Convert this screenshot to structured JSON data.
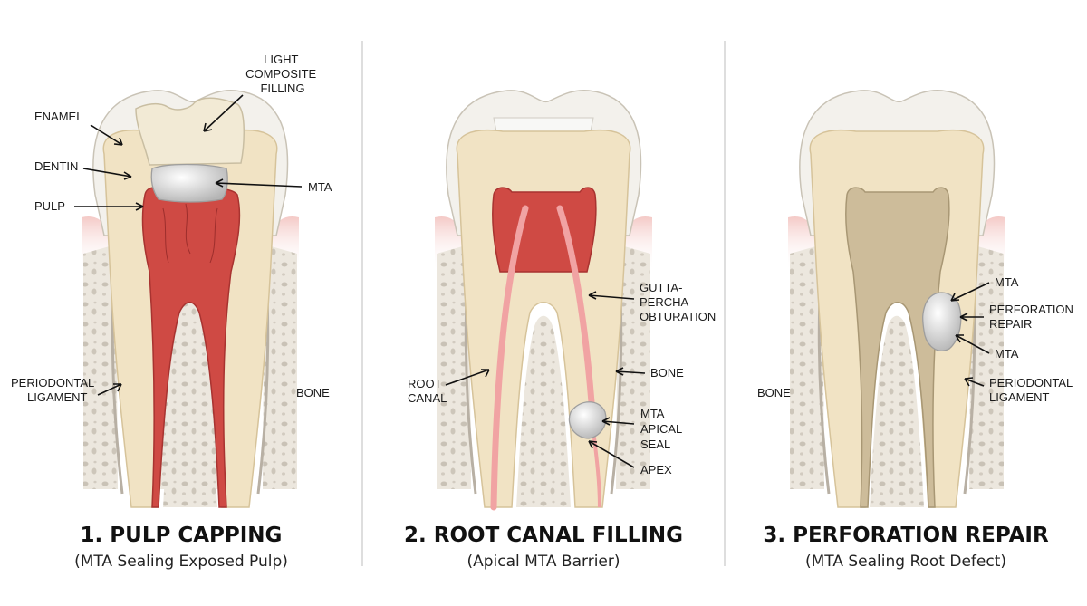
{
  "panels": [
    {
      "title": "1. PULP CAPPING",
      "subtitle": "(MTA Sealing Exposed Pulp)",
      "labels": {
        "filling": [
          "LIGHT",
          "COMPOSITE",
          "FILLING"
        ],
        "enamel": "ENAMEL",
        "dentin": "DENTIN",
        "pulp": "PULP",
        "mta": "MTA",
        "ligament": [
          "PERIODONTAL",
          "LIGAMENT"
        ],
        "bone": "BONE"
      }
    },
    {
      "title": "2. ROOT CANAL FILLING",
      "subtitle": "(Apical MTA Barrier)",
      "labels": {
        "gutta": [
          "GUTTA-",
          "PERCHA",
          "OBTURATION"
        ],
        "root_canal": [
          "ROOT",
          "CANAL"
        ],
        "bone": "BONE",
        "mta_seal": [
          "MTA",
          "APICAL",
          "SEAL"
        ],
        "apex": "APEX"
      }
    },
    {
      "title": "3. PERFORATION REPAIR",
      "subtitle": "(MTA Sealing Root Defect)",
      "labels": {
        "mta_top": "MTA",
        "perforation": [
          "PERFORATION",
          "REPAIR"
        ],
        "mta_bottom": "MTA",
        "bone": "BONE",
        "ligament": [
          "PERIODONTAL",
          "LIGAMENT"
        ]
      }
    }
  ],
  "colors": {
    "enamel": "#f3f1ec",
    "dentin": "#f1e3c4",
    "pulp": "#cf4a44",
    "pulp_dark": "#a83330",
    "mta": "#d9d9d9",
    "composite": "#f2ead5",
    "gum": "#f0b9b6",
    "bone": "#e8e2d8",
    "gutta": "#f1a3a3",
    "pulp_dead": "#cdbc9a"
  }
}
